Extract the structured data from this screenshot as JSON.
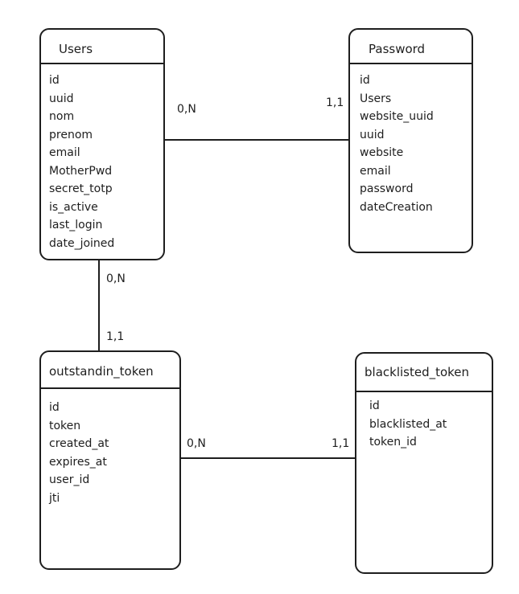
{
  "entities": {
    "users": {
      "title": "Users",
      "attributes": [
        "id",
        "uuid",
        "nom",
        "prenom",
        "email",
        "MotherPwd",
        "secret_totp",
        "is_active",
        "last_login",
        "date_joined"
      ]
    },
    "password": {
      "title": "Password",
      "attributes": [
        "id",
        "Users",
        "website_uuid",
        "uuid",
        "website",
        "email",
        "password",
        "dateCreation"
      ]
    },
    "outstandin_token": {
      "title": "outstandin_token",
      "attributes": [
        "id",
        "token",
        "created_at",
        "expires_at",
        "user_id",
        "jti"
      ]
    },
    "blacklisted_token": {
      "title": "blacklisted_token",
      "attributes": [
        "id",
        "blacklisted_at",
        "token_id"
      ]
    }
  },
  "relationships": {
    "users_password": {
      "users_side": "0,N",
      "password_side": "1,1"
    },
    "users_outstandin_token": {
      "users_side": "0,N",
      "outstandin_side": "1,1"
    },
    "outstandin_blacklisted": {
      "outstandin_side": "0,N",
      "blacklisted_side": "1,1"
    }
  }
}
